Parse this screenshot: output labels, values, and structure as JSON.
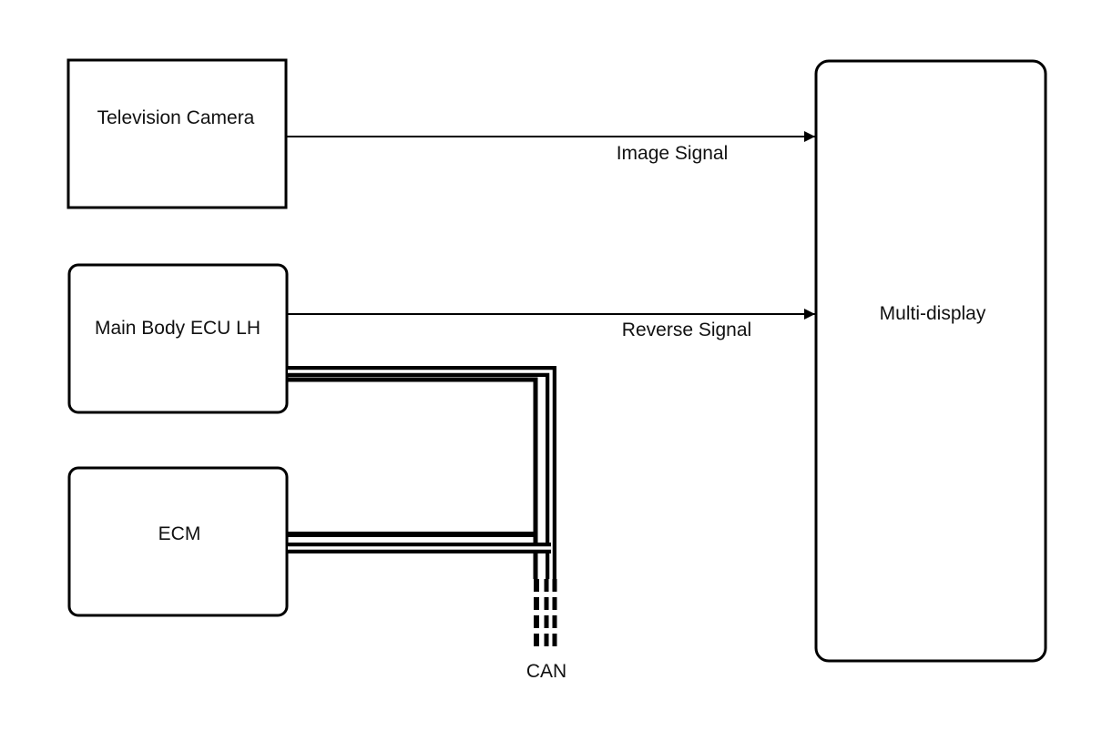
{
  "diagram": {
    "nodes": {
      "camera": {
        "label": "Television Camera"
      },
      "body_ecu": {
        "label": "Main Body ECU LH"
      },
      "ecm": {
        "label": "ECM"
      },
      "display": {
        "label": "Multi-display"
      }
    },
    "signals": {
      "image": {
        "label": "Image Signal"
      },
      "reverse": {
        "label": "Reverse Signal"
      }
    },
    "bus": {
      "label": "CAN"
    }
  }
}
